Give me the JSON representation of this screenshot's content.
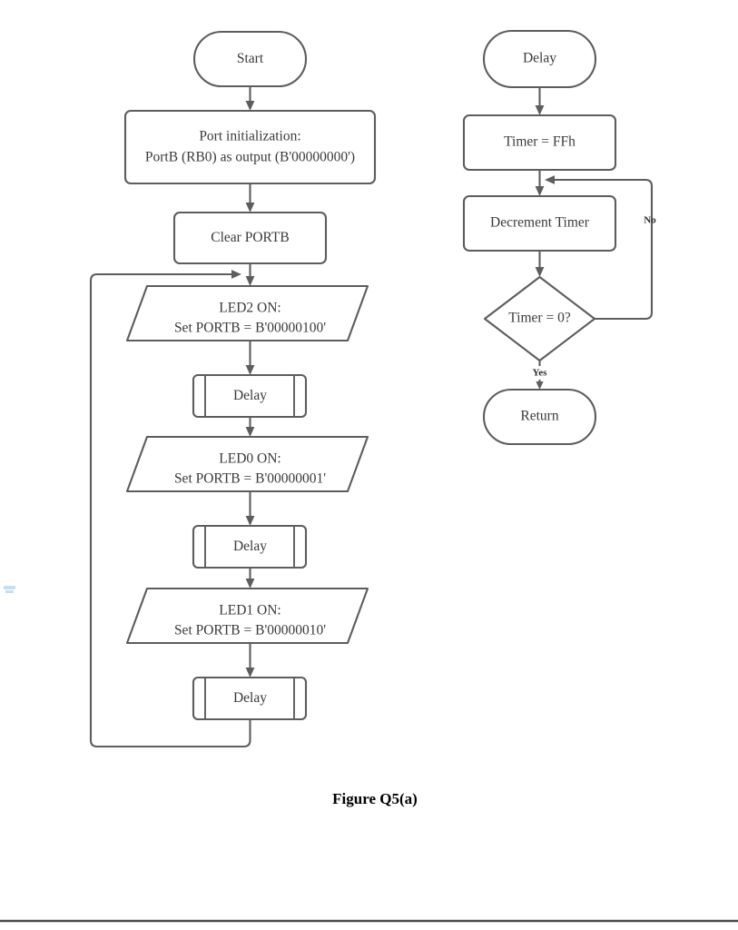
{
  "figure": {
    "caption": "Figure Q5(a)"
  },
  "main_flow": {
    "name": "main-program",
    "nodes": [
      {
        "id": "start",
        "shape": "terminator",
        "lines": [
          "Start"
        ]
      },
      {
        "id": "port-init",
        "shape": "process",
        "lines": [
          "Port initialization:",
          "PortB (RB0) as output (B'00000000')"
        ]
      },
      {
        "id": "clear-portb",
        "shape": "process",
        "lines": [
          "Clear PORTB"
        ]
      },
      {
        "id": "led2-on",
        "shape": "parallelogram",
        "lines": [
          "LED2 ON:",
          "Set PORTB = B'00000100'"
        ]
      },
      {
        "id": "delay-1",
        "shape": "predefined-process",
        "lines": [
          "Delay"
        ]
      },
      {
        "id": "led0-on",
        "shape": "parallelogram",
        "lines": [
          "LED0 ON:",
          "Set PORTB = B'00000001'"
        ]
      },
      {
        "id": "delay-2",
        "shape": "predefined-process",
        "lines": [
          "Delay"
        ]
      },
      {
        "id": "led1-on",
        "shape": "parallelogram",
        "lines": [
          "LED1 ON:",
          "Set PORTB = B'00000010'"
        ]
      },
      {
        "id": "delay-3",
        "shape": "predefined-process",
        "lines": [
          "Delay"
        ]
      }
    ],
    "loop_label": ""
  },
  "delay_flow": {
    "name": "delay-subroutine",
    "nodes": [
      {
        "id": "delay-entry",
        "shape": "terminator",
        "lines": [
          "Delay"
        ]
      },
      {
        "id": "timer-init",
        "shape": "process",
        "lines": [
          "Timer = FFh"
        ]
      },
      {
        "id": "decrement-timer",
        "shape": "process",
        "lines": [
          "Decrement Timer"
        ]
      },
      {
        "id": "timer-zero",
        "shape": "decision",
        "lines": [
          "Timer = 0?"
        ]
      },
      {
        "id": "return",
        "shape": "terminator",
        "lines": [
          "Return"
        ]
      }
    ],
    "branch_no": "No",
    "branch_yes": "Yes"
  },
  "colors": {
    "stroke": "#5d5d5d",
    "text": "#3a3a3a",
    "background": "#ffffff",
    "rule": "#4a4a4a"
  }
}
